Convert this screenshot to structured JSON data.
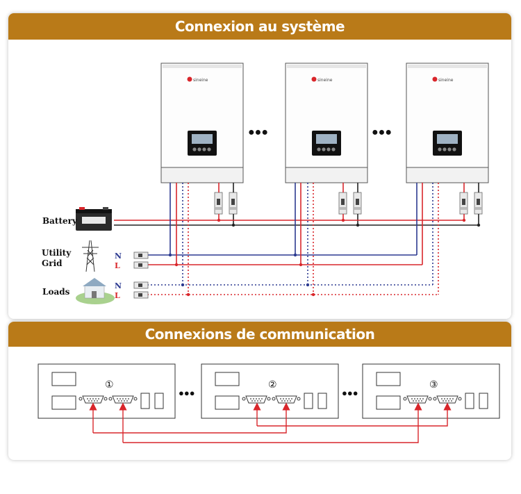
{
  "system_section": {
    "title": "Connexion au système",
    "inverters": [
      {
        "brand": "sineine"
      },
      {
        "brand": "sineine"
      },
      {
        "brand": "sineine"
      }
    ],
    "ellipsis": "●●●",
    "sources": {
      "battery": "Battery",
      "utility_line1": "Utility",
      "utility_line2": "Grid",
      "loads": "Loads",
      "neutral": "N",
      "live": "L"
    }
  },
  "communication_section": {
    "title": "Connexions de communication",
    "units": [
      {
        "number": "①"
      },
      {
        "number": "②"
      },
      {
        "number": "③"
      }
    ],
    "ellipsis": "●●●"
  },
  "colors": {
    "banner": "#b97a18",
    "red": "#d9262b",
    "blue": "#2b3990",
    "black": "#222222"
  }
}
